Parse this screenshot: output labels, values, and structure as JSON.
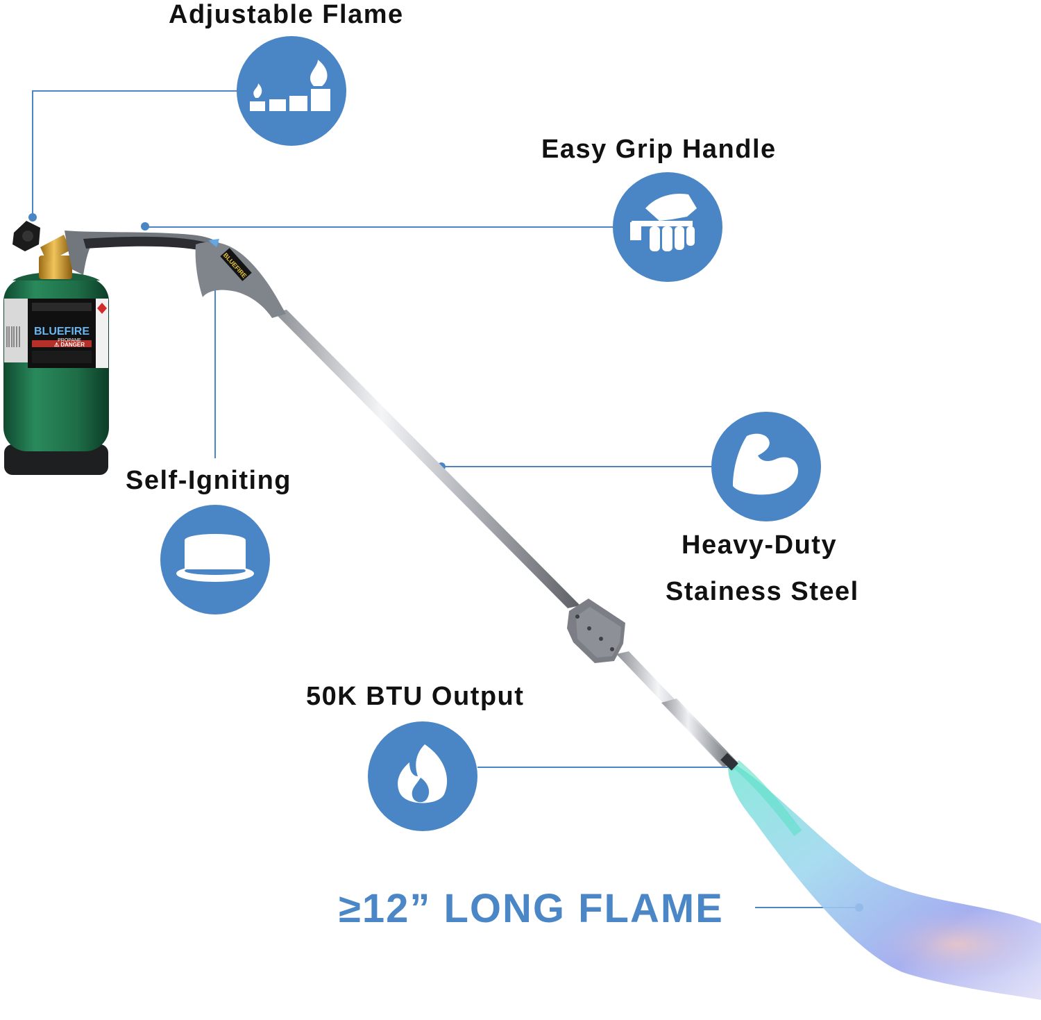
{
  "features": {
    "adjustable_flame": "Adjustable Flame",
    "easy_grip_handle": "Easy Grip Handle",
    "self_igniting": "Self-Igniting",
    "heavy_duty_line1": "Heavy-Duty",
    "heavy_duty_line2": "Stainess Steel",
    "btu_output": "50K BTU Output",
    "long_flame": "≥12” LONG FLAME"
  },
  "canister": {
    "brand": "BLUEFIRE",
    "sub": "PROPANE",
    "warning": "⚠ DANGER"
  },
  "handle_logo": "BLUEFIRE",
  "icons": [
    "adjustable-flame-icon",
    "grip-hand-icon",
    "igniter-button-icon",
    "flexed-arm-icon",
    "flame-icon"
  ],
  "colors": {
    "accent": "#4a86c5",
    "hero_text": "#4b87c6",
    "line": "#4a86c5",
    "canister": "#1f6b47",
    "handle": "#6e737a"
  }
}
